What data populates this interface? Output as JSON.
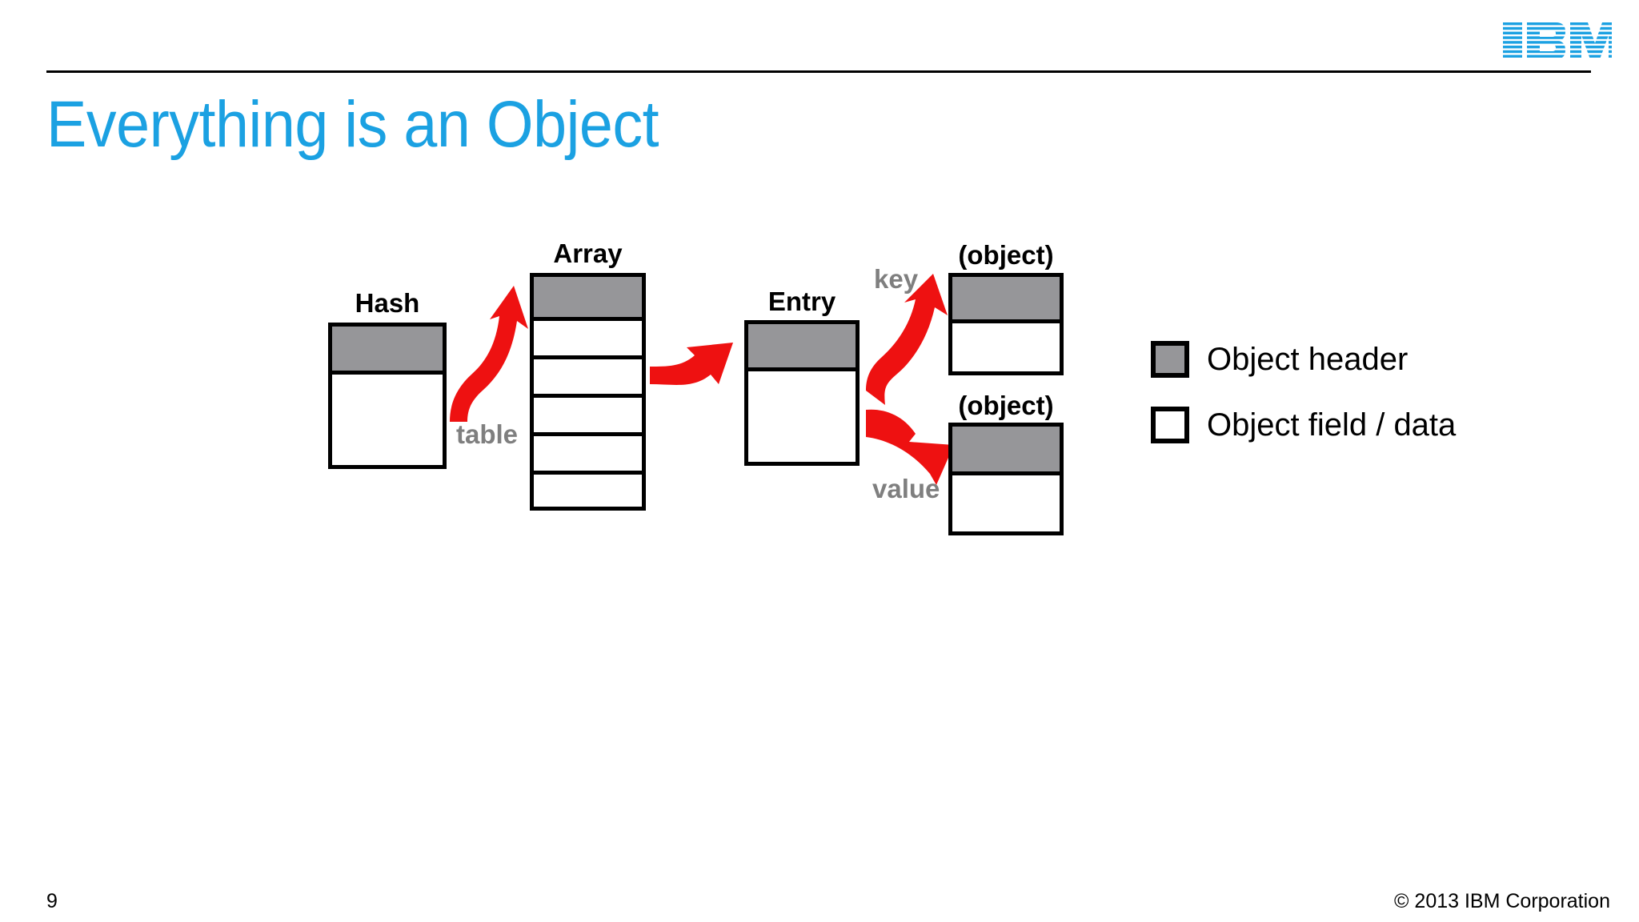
{
  "slide": {
    "title": "Everything is an Object",
    "title_color": "#1BA1E2",
    "page_number": "9",
    "copyright": "© 2013 IBM Corporation",
    "brand_logo": "ibm-logo"
  },
  "diagram": {
    "header_fill": "#969699",
    "field_fill": "#FFFFFF",
    "outline_color": "#000000",
    "arrow_color": "#EE1111",
    "edge_label_color": "#7F7F7F",
    "nodes": [
      {
        "id": "hash",
        "label": "Hash",
        "header_cells": 1,
        "field_cells": 1
      },
      {
        "id": "array",
        "label": "Array",
        "header_cells": 1,
        "field_cells": 5
      },
      {
        "id": "entry",
        "label": "Entry",
        "header_cells": 1,
        "field_cells": 1
      },
      {
        "id": "keyobj",
        "label": "(object)",
        "header_cells": 1,
        "field_cells": 1
      },
      {
        "id": "valobj",
        "label": "(object)",
        "header_cells": 1,
        "field_cells": 1
      }
    ],
    "edges": [
      {
        "id": "hash-to-array",
        "label": "table",
        "from": "hash",
        "to": "array"
      },
      {
        "id": "array-to-entry",
        "label": "",
        "from": "array",
        "to": "entry"
      },
      {
        "id": "entry-to-key",
        "label": "key",
        "from": "entry",
        "to": "keyobj"
      },
      {
        "id": "entry-to-value",
        "label": "value",
        "from": "entry",
        "to": "valobj"
      }
    ]
  },
  "legend": {
    "items": [
      {
        "swatch": "filled",
        "label": "Object header"
      },
      {
        "swatch": "empty",
        "label": "Object field / data"
      }
    ]
  }
}
